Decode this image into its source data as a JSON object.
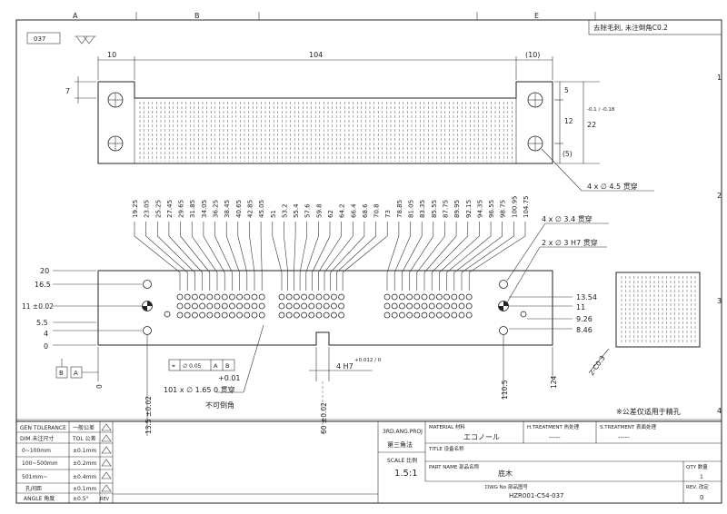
{
  "border": {
    "top_zones": [
      "A",
      "B",
      "E"
    ],
    "right_zones": [
      "1",
      "2",
      "3",
      "4"
    ]
  },
  "header": {
    "part_code": "037",
    "finish_note": "去除毛刺, 未注倒角C0.2"
  },
  "top_view": {
    "dim_left": "10",
    "dim_total": "104",
    "dim_right": "(10)",
    "dim_height_left": "7",
    "dim_right_5": "5",
    "dim_right_12": "12",
    "dim_right_paren5": "(5)",
    "dim_right_22": "22",
    "dim_right_tol": "-0.1 / -0.18",
    "hole_callout": "4 x ∅ 4.5 贯穿"
  },
  "front_view": {
    "col_labels": [
      "19.25",
      "23.05",
      "25.25",
      "27.45",
      "29.65",
      "31.85",
      "34.05",
      "36.25",
      "38.45",
      "40.65",
      "42.85",
      "45.05",
      "51",
      "53.2",
      "55.4",
      "57.6",
      "59.8",
      "62",
      "64.2",
      "66.4",
      "68.6",
      "70.8",
      "73",
      "78.85",
      "81.05",
      "83.35",
      "85.55",
      "87.75",
      "89.95",
      "92.15",
      "94.35",
      "96.55",
      "98.75",
      "100.95",
      "104.75"
    ],
    "left_dims": [
      "20",
      "16.5",
      "11 ±0.02",
      "5.5",
      "4",
      "0"
    ],
    "right_dims": [
      "13.54",
      "11",
      "9.26",
      "8.46"
    ],
    "callout_3_4": "4 x ∅ 3.4 贯穿",
    "callout_3h7": "2 x ∅ 3 H7 贯穿",
    "gdt": [
      "⌖",
      "∅ 0.05",
      "A",
      "B"
    ],
    "holes_note_tol": "+0.01",
    "holes_note": "101 x ∅ 1.65  0  贯穿",
    "holes_no_chamfer": "不可倒角",
    "slot_label": "4 H7",
    "slot_tol": "+0.012 / 0",
    "bottom_dim_13_5": "13.5 ±0.02",
    "bottom_dim_0": "0",
    "bottom_dim_60": "60 ±0.02",
    "bottom_dim_110_5": "110.5",
    "bottom_dim_124": "124",
    "datum_b": "B",
    "datum_a": "A"
  },
  "side_view": {
    "chamfer": "2-C0.3"
  },
  "notes": {
    "ref_note": "※公差仅适用于精孔"
  },
  "title_block": {
    "tol_header_left": "GEN TOLERANCE",
    "tol_header_right": "一般公差",
    "tol_sub_left": "DIM 未注尺寸",
    "tol_sub_right": "TOL 公差",
    "tol_rows": [
      {
        "range": "0~100mm",
        "tol": "±0.1mm"
      },
      {
        "range": "100~500mm",
        "tol": "±0.2mm"
      },
      {
        "range": "501mm~",
        "tol": "±0.4mm"
      },
      {
        "range": "孔间距",
        "tol": "±0.1mm"
      }
    ],
    "angle_label": "ANGLE 角度",
    "angle_tol": "±0.5°",
    "rev_col": "REV",
    "projection": "3RD.ANG.PROJ",
    "projection_cn": "第三角法",
    "scale_label": "SCALE 比例",
    "scale_value": "1.5:1",
    "material_label": "MATERIAL 材料",
    "material_value": "エコノール",
    "heat_label": "H.TREATMENT 热处理",
    "heat_value": "-----",
    "surface_label": "S.TREATMENT 表面处理",
    "surface_value": "-----",
    "title_label": "TITLE 设备名称",
    "partname_label": "PART NAME 部品名称",
    "partname_value": "底木",
    "qty_label": "QTY 数量",
    "qty_value": "1",
    "dwg_label": "DWG No 部品图号",
    "dwg_value": "HZR001-C54-037",
    "rev_label": "REV. 改定",
    "rev_value": "0"
  }
}
